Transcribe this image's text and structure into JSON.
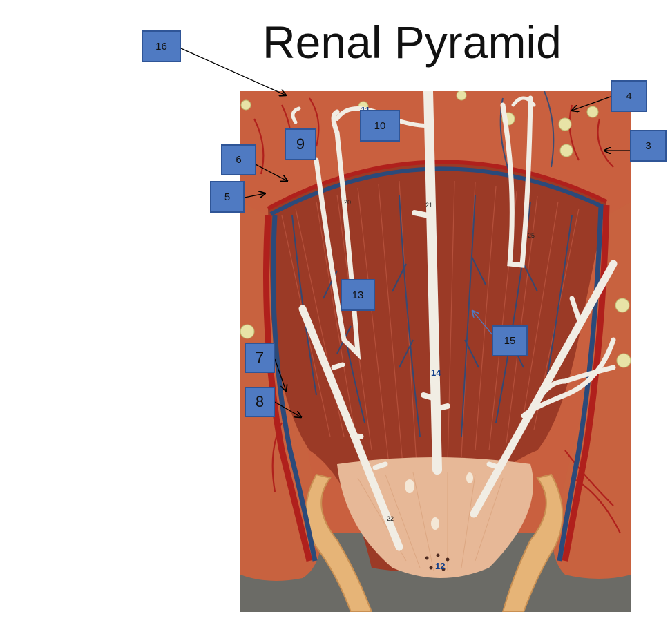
{
  "title": "Renal Pyramid",
  "labels": {
    "l3": "3",
    "l4": "4",
    "l5": "5",
    "l6": "6",
    "l7": "7",
    "l8": "8",
    "l9": "9",
    "l10": "10",
    "l13": "13",
    "l15": "15",
    "l16": "16"
  },
  "model_stamps": {
    "s11": "11",
    "s14": "14",
    "s12": "12",
    "s22": "22",
    "s21": "21",
    "s20": "20",
    "s25": "25"
  },
  "colors": {
    "label_fill": "#4f7ac2",
    "label_border": "#2f5597",
    "cortex": "#c9603f",
    "medulla": "#9b3a26",
    "vein_blue": "#2b4a7a",
    "artery_red": "#b0201c",
    "tubule_white": "#f1ede4",
    "papilla": "#e7b897",
    "calyx_tan": "#e6b477"
  }
}
